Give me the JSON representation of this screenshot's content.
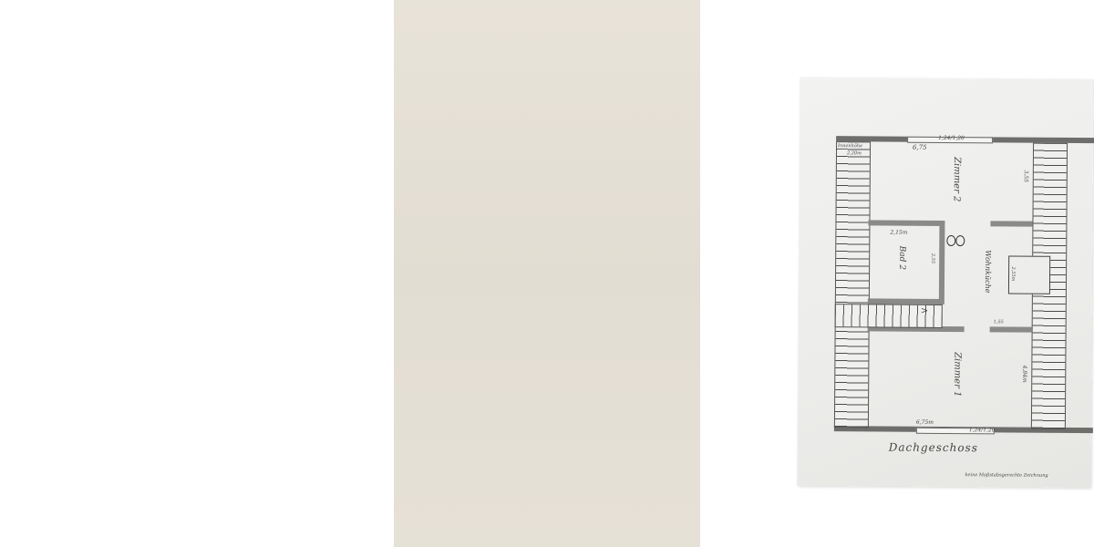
{
  "photo": {
    "background_color": "#e4dfd5",
    "paper_color": "#efefed"
  },
  "plan": {
    "title": "Dachgeschoss",
    "note": "keine Maßstabsgerechte Zeichnung",
    "ceiling_height_label": "Innenhöhe",
    "ceiling_height_value": "2,20m",
    "top_window_label": "1,24/1,20",
    "bottom_window_label": "1,24/1,20",
    "rooms": [
      {
        "name": "Zimmer 2",
        "width": "6,75",
        "depth": "3,55"
      },
      {
        "name": "Bad 2",
        "width": "2,15m",
        "depth": "2,55"
      },
      {
        "name": "Wohnküche",
        "dormer": "2,55m",
        "depth": "1,55"
      },
      {
        "name": "Zimmer 1",
        "width": "6,75m",
        "depth": "4,84m"
      }
    ],
    "stair_arrow": ">"
  }
}
